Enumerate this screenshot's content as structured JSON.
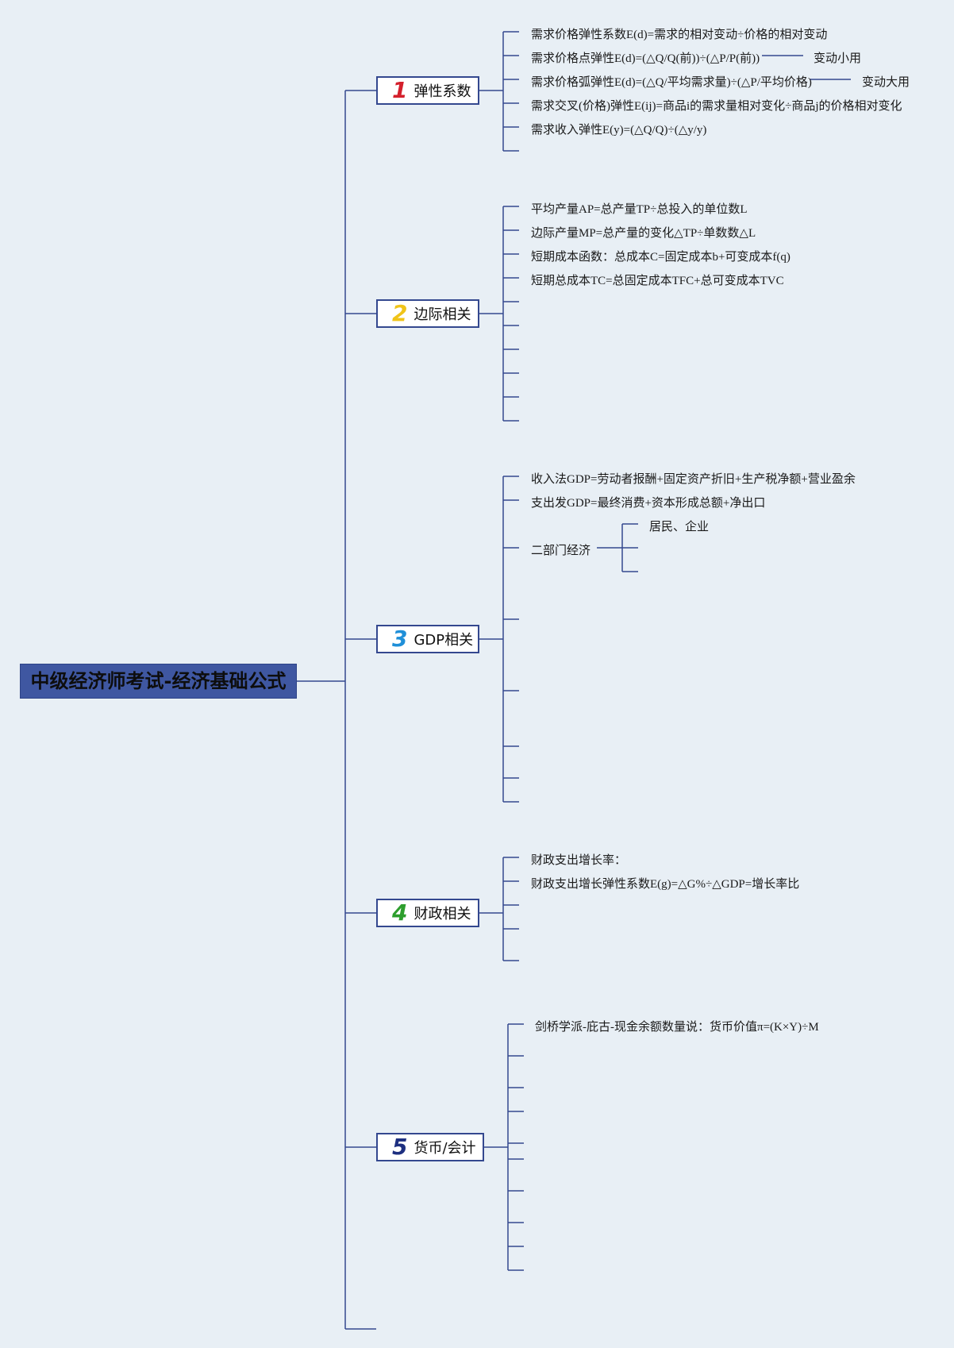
{
  "root": {
    "title": "中级经济师考试-经济基础公式"
  },
  "colors": {
    "background": "#e8eff5",
    "root_fill": "#3f57a1",
    "line": "#34488f",
    "num1": "#d4202c",
    "num2": "#f0c419",
    "num3": "#1f8fd8",
    "num4": "#2d9e2d",
    "num5": "#1d2f80"
  },
  "branches": [
    {
      "num": "1",
      "label": "弹性系数",
      "items": [
        {
          "text": "需求价格弹性系数E(d)=需求的相对变动÷价格的相对变动"
        },
        {
          "text": "需求价格点弹性E(d)=(△Q/Q(前))÷(△P/P(前))",
          "child": "变动小用"
        },
        {
          "text": "需求价格弧弹性E(d)=(△Q/平均需求量)÷(△P/平均价格)",
          "child": "变动大用"
        },
        {
          "text": "需求交叉(价格)弹性E(ij)=商品i的需求量相对变化÷商品j的价格相对变化"
        },
        {
          "text": "需求收入弹性E(y)=(△Q/Q)÷(△y/y)"
        }
      ]
    },
    {
      "num": "2",
      "label": "边际相关",
      "items": [
        {
          "text": "平均产量AP=总产量TP÷总投入的单位数L"
        },
        {
          "text": "边际产量MP=总产量的变化△TP÷单数数△L"
        },
        {
          "text": "短期成本函数：总成本C=固定成本b+可变成本f(q)"
        },
        {
          "text": "短期总成本TC=总固定成本TFC+总可变成本TVC"
        }
      ]
    },
    {
      "num": "3",
      "label": "GDP相关",
      "items": [
        {
          "text": "收入法GDP=劳动者报酬+固定资产折旧+生产税净额+营业盈余"
        },
        {
          "text": "支出发GDP=最终消费+资本形成总额+净出口"
        },
        {
          "text": "二部门经济",
          "children": [
            "居民、企业"
          ]
        }
      ]
    },
    {
      "num": "4",
      "label": "财政相关",
      "items": [
        {
          "text": "财政支出增长率："
        },
        {
          "text": "财政支出增长弹性系数E(g)=△G%÷△GDP=增长率比"
        }
      ]
    },
    {
      "num": "5",
      "label": "货币/会计",
      "items": [
        {
          "text": "剑桥学派-庇古-现金余额数量说：货币价值π=(K×Y)÷M"
        }
      ]
    }
  ]
}
